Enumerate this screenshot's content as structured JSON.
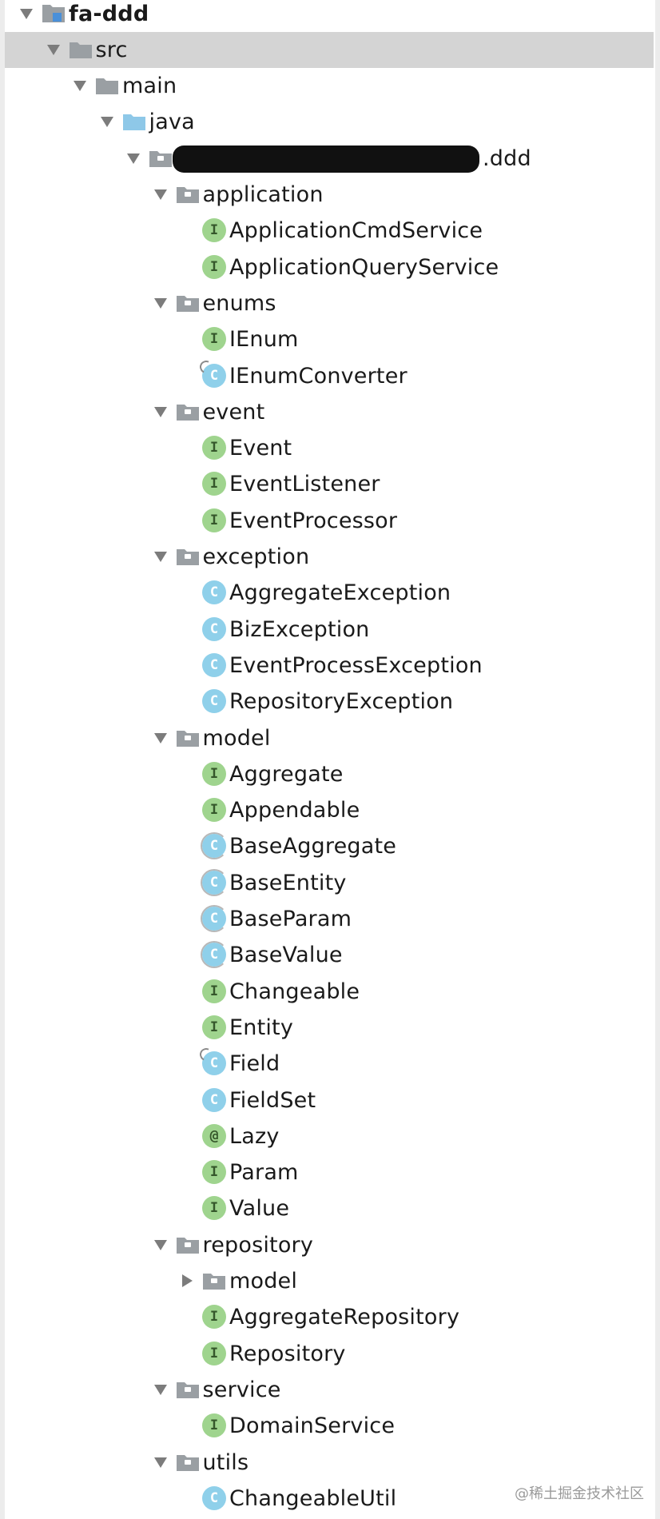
{
  "tree": [
    {
      "depth": 0,
      "type": "module",
      "label": "fa-ddd",
      "bold": true,
      "arrow": "down"
    },
    {
      "depth": 1,
      "type": "folder",
      "label": "src",
      "arrow": "down",
      "selected": true
    },
    {
      "depth": 2,
      "type": "folder",
      "label": "main",
      "arrow": "down"
    },
    {
      "depth": 3,
      "type": "source-folder",
      "label": "java",
      "arrow": "down"
    },
    {
      "depth": 4,
      "type": "package",
      "label": ".ddd",
      "arrow": "down",
      "redacted": true
    },
    {
      "depth": 5,
      "type": "package",
      "label": "application",
      "arrow": "down"
    },
    {
      "depth": 6,
      "type": "interface",
      "label": "ApplicationCmdService"
    },
    {
      "depth": 6,
      "type": "interface",
      "label": "ApplicationQueryService"
    },
    {
      "depth": 5,
      "type": "package",
      "label": "enums",
      "arrow": "down"
    },
    {
      "depth": 6,
      "type": "interface",
      "label": "IEnum"
    },
    {
      "depth": 6,
      "type": "class-pinned",
      "label": "IEnumConverter"
    },
    {
      "depth": 5,
      "type": "package",
      "label": "event",
      "arrow": "down"
    },
    {
      "depth": 6,
      "type": "interface",
      "label": "Event"
    },
    {
      "depth": 6,
      "type": "interface",
      "label": "EventListener"
    },
    {
      "depth": 6,
      "type": "interface",
      "label": "EventProcessor"
    },
    {
      "depth": 5,
      "type": "package",
      "label": "exception",
      "arrow": "down"
    },
    {
      "depth": 6,
      "type": "class",
      "label": "AggregateException"
    },
    {
      "depth": 6,
      "type": "class",
      "label": "BizException"
    },
    {
      "depth": 6,
      "type": "class",
      "label": "EventProcessException"
    },
    {
      "depth": 6,
      "type": "class",
      "label": "RepositoryException"
    },
    {
      "depth": 5,
      "type": "package",
      "label": "model",
      "arrow": "down"
    },
    {
      "depth": 6,
      "type": "interface",
      "label": "Aggregate"
    },
    {
      "depth": 6,
      "type": "interface",
      "label": "Appendable"
    },
    {
      "depth": 6,
      "type": "abstract-class",
      "label": "BaseAggregate"
    },
    {
      "depth": 6,
      "type": "abstract-class",
      "label": "BaseEntity"
    },
    {
      "depth": 6,
      "type": "abstract-class",
      "label": "BaseParam"
    },
    {
      "depth": 6,
      "type": "abstract-class",
      "label": "BaseValue"
    },
    {
      "depth": 6,
      "type": "interface",
      "label": "Changeable"
    },
    {
      "depth": 6,
      "type": "interface",
      "label": "Entity"
    },
    {
      "depth": 6,
      "type": "class-pinned",
      "label": "Field"
    },
    {
      "depth": 6,
      "type": "class",
      "label": "FieldSet"
    },
    {
      "depth": 6,
      "type": "annotation",
      "label": "Lazy"
    },
    {
      "depth": 6,
      "type": "interface",
      "label": "Param"
    },
    {
      "depth": 6,
      "type": "interface",
      "label": "Value"
    },
    {
      "depth": 5,
      "type": "package",
      "label": "repository",
      "arrow": "down"
    },
    {
      "depth": 6,
      "type": "package",
      "label": "model",
      "arrow": "right"
    },
    {
      "depth": 6,
      "type": "interface",
      "label": "AggregateRepository"
    },
    {
      "depth": 6,
      "type": "interface",
      "label": "Repository"
    },
    {
      "depth": 5,
      "type": "package",
      "label": "service",
      "arrow": "down"
    },
    {
      "depth": 6,
      "type": "interface",
      "label": "DomainService"
    },
    {
      "depth": 5,
      "type": "package",
      "label": "utils",
      "arrow": "down"
    },
    {
      "depth": 6,
      "type": "class",
      "label": "ChangeableUtil"
    }
  ],
  "badges": {
    "interface": "I",
    "class": "C",
    "annotation": "@"
  },
  "colors": {
    "selected_row": "#d4d4d4",
    "folder": "#9a9fa3",
    "source_folder": "#8ec8e8",
    "interface": "#9fd48e",
    "class": "#8fd0ea"
  },
  "watermark": "@稀土掘金技术社区"
}
